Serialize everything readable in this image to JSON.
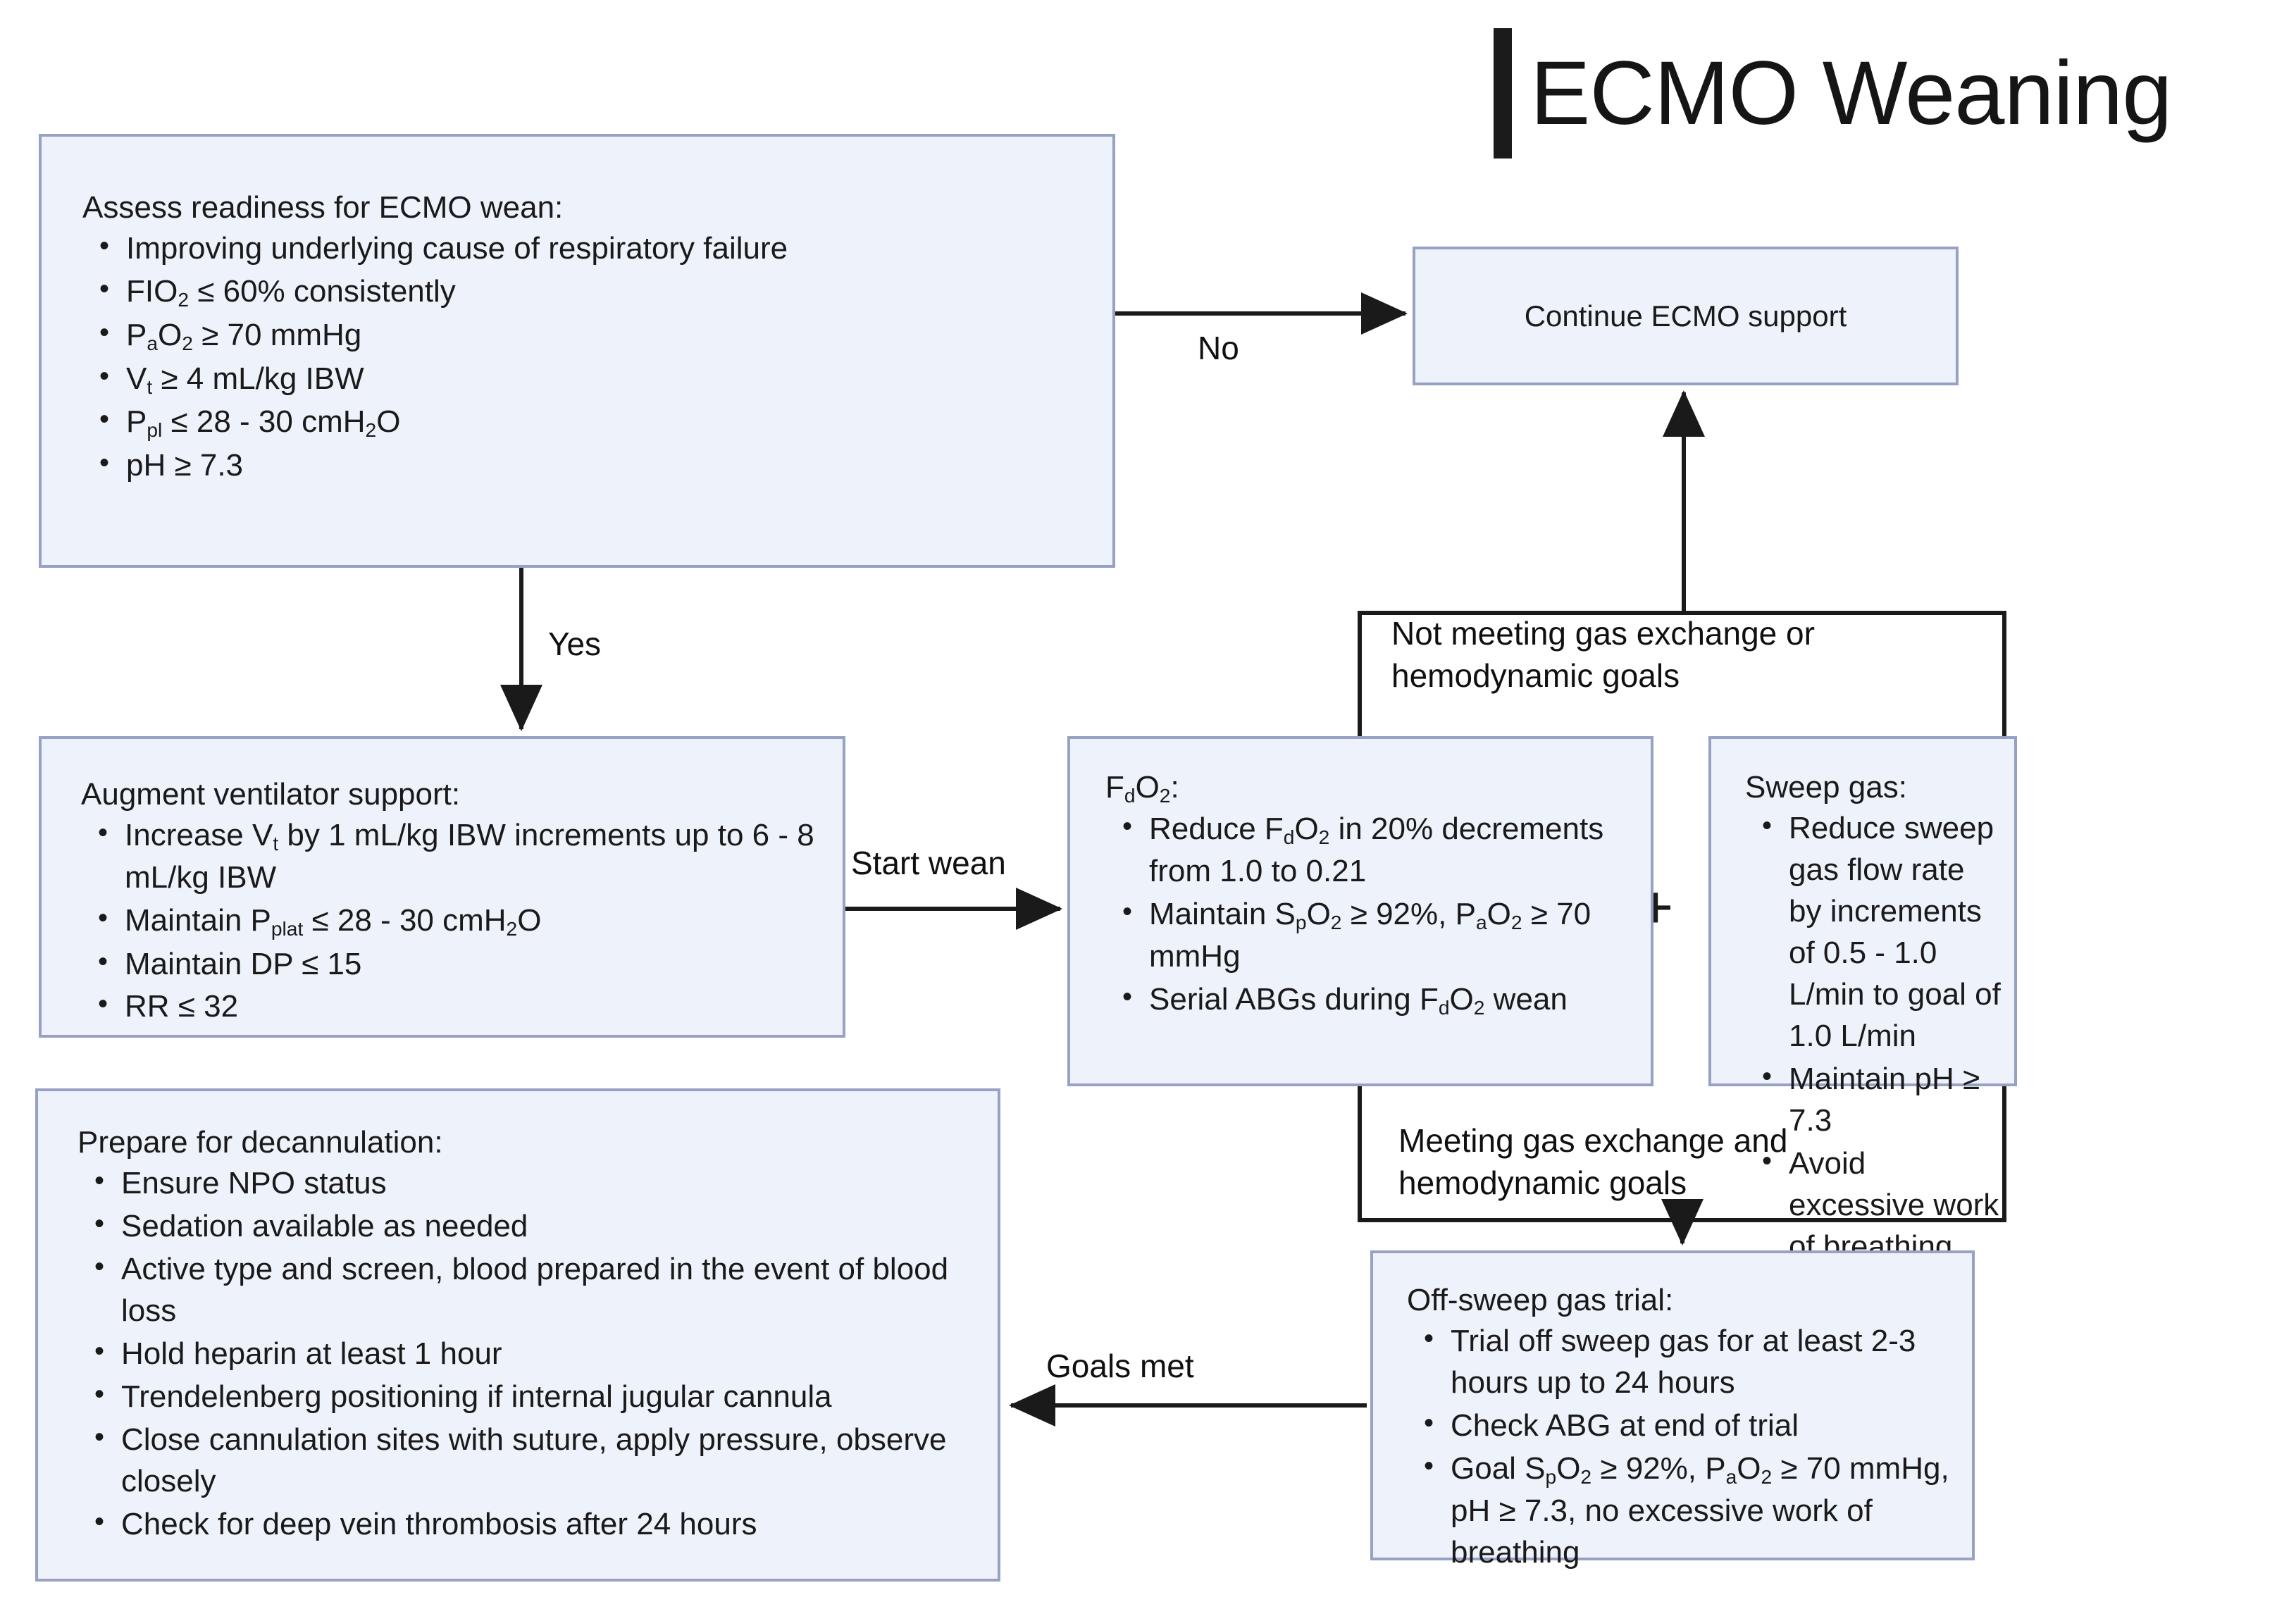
{
  "header": {
    "title": "ECMO Weaning",
    "accent_bar_color": "#1b1b1b"
  },
  "theme": {
    "node_fill": "#eef2fb",
    "node_border": "#97a1c4",
    "connector_color": "#1a1a1a",
    "text_color": "#1a1a1a",
    "background": "#ffffff"
  },
  "nodes": {
    "assess": {
      "title": "Assess readiness for ECMO wean:",
      "items": [
        "Improving underlying cause of respiratory failure",
        "FIO₂ ≤ 60% consistently",
        "PₐO₂ ≥ 70 mmHg",
        "Vₜ ≥ 4 mL/kg IBW",
        "P_pl ≤ 28 - 30 cmH₂O",
        "pH ≥ 7.3"
      ]
    },
    "continue": {
      "title": "Continue ECMO support"
    },
    "augment": {
      "title": "Augment ventilator support:",
      "items": [
        "Increase Vₜ by 1 mL/kg IBW increments up to 6 - 8 mL/kg IBW",
        "Maintain P_plat ≤ 28 - 30 cmH₂O",
        "Maintain DP ≤ 15",
        "RR ≤ 32"
      ]
    },
    "fdo2": {
      "title": "F_dO₂:",
      "items": [
        "Reduce F_dO₂ in 20% decrements from 1.0 to 0.21",
        "Maintain S_pO₂ ≥ 92%, PₐO₂ ≥ 70 mmHg",
        "Serial ABGs during F_dO₂ wean"
      ]
    },
    "sweep": {
      "title": "Sweep gas:",
      "items": [
        "Reduce sweep gas flow rate by increments of 0.5 - 1.0 L/min to goal of 1.0 L/min",
        "Maintain pH ≥ 7.3",
        "Avoid excessive work of breathing"
      ]
    },
    "decannulation": {
      "title": "Prepare for decannulation:",
      "items": [
        "Ensure NPO status",
        "Sedation available as needed",
        "Active type and screen, blood prepared in the event of blood loss",
        "Hold heparin at least 1 hour",
        "Trendelenberg positioning if internal jugular cannula",
        "Close cannulation sites with suture, apply pressure, observe closely",
        "Check for deep vein thrombosis after 24 hours"
      ]
    },
    "offsweep": {
      "title": "Off-sweep gas trial:",
      "items": [
        "Trial off sweep gas for at least 2-3 hours up to 24 hours",
        "Check ABG at end of trial",
        "Goal S_pO₂ ≥ 92%, PₐO₂ ≥ 70 mmHg, pH ≥ 7.3, no excessive work of breathing"
      ]
    }
  },
  "edges": {
    "no": "No",
    "yes": "Yes",
    "start_wean": "Start wean",
    "goals_met": "Goals met",
    "not_meeting": "Not meeting gas exchange or\nhemodynamic goals",
    "meeting": "Meeting gas exchange and\nhemodynamic goals",
    "plus": "+"
  }
}
